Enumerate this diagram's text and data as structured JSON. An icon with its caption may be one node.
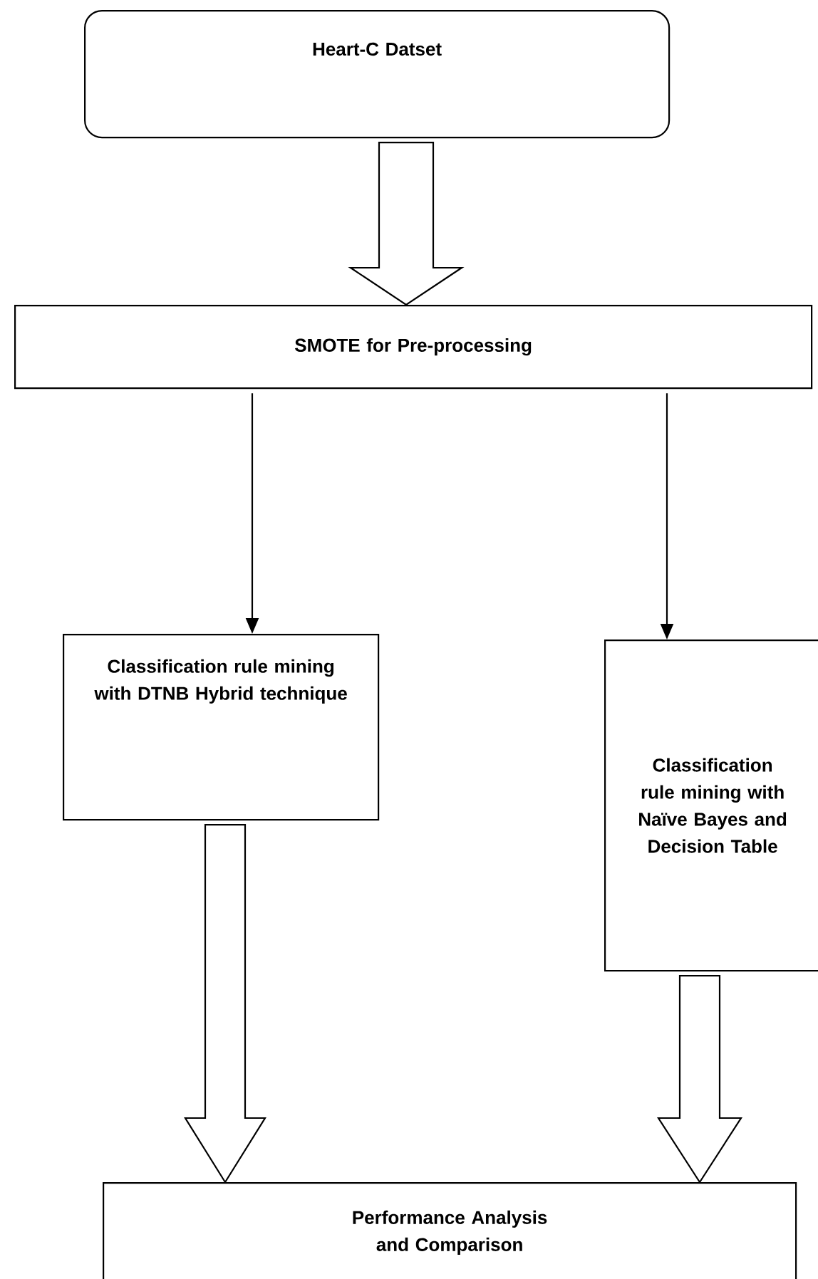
{
  "diagram": {
    "nodes": [
      {
        "text": [
          "Heart-C Datset"
        ]
      },
      {
        "text": [
          "SMOTE for Pre-processing"
        ]
      },
      {
        "text": [
          "Classification rule mining with DTNB Hybrid technique"
        ]
      },
      {
        "text": [
          "Classification rule mining with Naïve Bayes and Decision Table"
        ]
      },
      {
        "text": [
          "Performance Analysis and Comparison"
        ]
      }
    ],
    "edges": [
      {
        "from": 0,
        "to": 1,
        "arrow": "to",
        "style": "thick"
      },
      {
        "from": 1,
        "to": 2,
        "arrow": "to"
      },
      {
        "from": 1,
        "to": 3,
        "arrow": "to"
      },
      {
        "from": 2,
        "to": 4,
        "arrow": "to",
        "style": "thick"
      },
      {
        "from": 3,
        "to": 4,
        "arrow": "to",
        "style": "thick"
      }
    ]
  }
}
